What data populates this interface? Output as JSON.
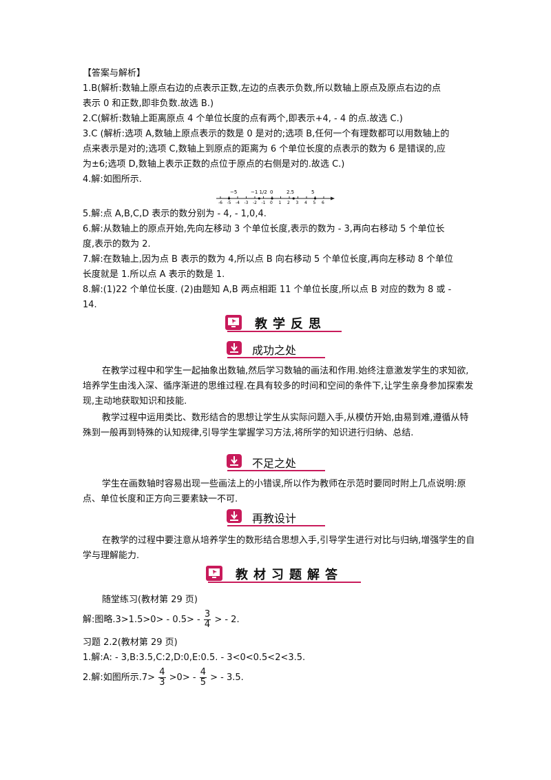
{
  "answers": {
    "heading": "【答案与解析】",
    "q1_l1": "1.B(解析:数轴上原点右边的点表示正数,左边的点表示负数,所以数轴上原点及原点右边的点",
    "q1_l2": "表示 0 和正数,即非负数.故选 B.)",
    "q2": "2.C(解析:数轴上距离原点 4 个单位长度的点有两个,即表示+4,  - 4 的点.故选 C.)",
    "q3_l1": "3.C  (解析:选项 A,数轴上原点表示的数是 0 是对的;选项 B,任何一个有理数都可以用数轴上的",
    "q3_l2": "点来表示是对的;选项 C,数轴上到原点的距离为 6 个单位长度的点表示的数为 6 是错误的,应",
    "q3_l3": "为±6;选项 D,数轴上表示正数的点位于原点的右侧是对的.故选 C.)",
    "q4": "4.解:如图所示.",
    "numberline": {
      "ticks": [
        "-6",
        "-5",
        "-4",
        "-3",
        "-2",
        "-1",
        "0",
        "1",
        "2",
        "3",
        "4",
        "5",
        "6"
      ],
      "labels": [
        "−5",
        "−1 1/2",
        "0",
        "2.5",
        "5"
      ]
    },
    "q5": "5.解:点 A,B,C,D 表示的数分别为  - 4,  - 1,0,4.",
    "q6_l1": "6.解:从数轴上的原点开始,先向左移动 3 个单位长度,表示的数为  - 3,再向右移动 5 个单位长",
    "q6_l2": "度,表示的数为 2.",
    "q7_l1": "7.解:在数轴上,因为点 B 表示的数为 4,所以点 B 向右移动 5 个单位长度,再向左移动 8 个单位",
    "q7_l2": "长度就是 1.所以点 A 表示的数是 1.",
    "q8_l1": "8.解:(1)22 个单位长度.    (2)由题知 A,B 两点相距 11 个单位长度,所以点 B 对应的数为 8 或  -",
    "q8_l2": "14."
  },
  "reflection": {
    "title": "教学反思",
    "success_title": "成功之处",
    "success_p1": "在教学过程中和学生一起抽象出数轴,然后学习数轴的画法和作用.始终注意激发学生的求知欲,培养学生由浅入深、循序渐进的思维过程.在具有较多的时间和空间的条件下,让学生亲身参加探索发现,主动地获取知识和技能.",
    "success_p2": "教学过程中运用类比、数形结合的思想让学生从实际问题入手,从模仿开始,由易到难,遵循从特殊到一般再到特殊的认知规律,引导学生掌握学习方法,将所学的知识进行归纳、总结.",
    "shortage_title": "不足之处",
    "shortage_p": "学生在画数轴时容易出现一些画法上的小错误,所以作为教师在示范时要同时附上几点说明:原点、单位长度和正方向三要素缺一不可.",
    "redesign_title": "再教设计",
    "redesign_p": "在教学的过程中要注意从培养学生的数形结合思想入手,引导学生进行对比与归纳,增强学生的自学与理解能力."
  },
  "textbook": {
    "title": "教材习题解答",
    "practice_head": "随堂练习(教材第 29 页)",
    "practice_pre": "解:图略.3>1.5>0> - 0.5> -",
    "practice_num": "3",
    "practice_den": "4",
    "practice_post": "> - 2.",
    "ex_head": "习题 2.2(教材第 29 页)",
    "ex1": "1.解:A:  - 3,B:3.5,C:2,D:0,E:0.5.  - 3<0<0.5<2<3.5.",
    "ex2_pre": "2.解:如图所示.7>",
    "ex2_num1": "4",
    "ex2_den1": "3",
    "ex2_mid": ">0> -",
    "ex2_num2": "4",
    "ex2_den2": "5",
    "ex2_post": "> - 3.5."
  },
  "colors": {
    "accent": "#c81a5a"
  },
  "icons": [
    "monitor-icon",
    "download-arrow-icon"
  ]
}
